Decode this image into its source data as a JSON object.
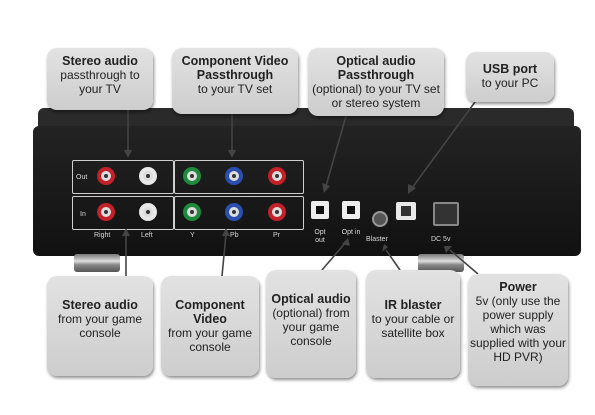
{
  "callouts_top": {
    "stereo_passthrough": {
      "title": "Stereo audio",
      "body": "passthrough to your TV"
    },
    "component_passthrough": {
      "title": "Component Video Passthrough",
      "body": "to your TV set"
    },
    "optical_passthrough": {
      "title": "Optical audio Passthrough",
      "body": "(optional) to your TV set or stereo system"
    },
    "usb_port": {
      "title": "USB port",
      "body": "to your PC"
    }
  },
  "callouts_bottom": {
    "stereo_audio": {
      "title": "Stereo audio",
      "body": "from your game console"
    },
    "component_video": {
      "title": "Component Video",
      "body": "from your game console"
    },
    "optical_audio": {
      "title": "Optical audio",
      "body": "(optional) from your game console"
    },
    "ir_blaster": {
      "title": "IR blaster",
      "body": "to your cable or satellite box"
    },
    "power": {
      "title": "Power",
      "body": "5v (only use the power supply which was supplied with your HD PVR)"
    }
  },
  "device_labels": {
    "out": "Out",
    "in": "In",
    "right": "Right",
    "left": "Left",
    "y": "Y",
    "pb": "Pb",
    "pr": "Pr",
    "opt_out": "Opt out",
    "opt_in": "Opt in",
    "blaster": "Blaster",
    "dc": "DC 5v"
  },
  "colors": {
    "red": "#c4202a",
    "white": "#e8e8e8",
    "green": "#1e8a3c",
    "blue": "#2a4fae"
  }
}
